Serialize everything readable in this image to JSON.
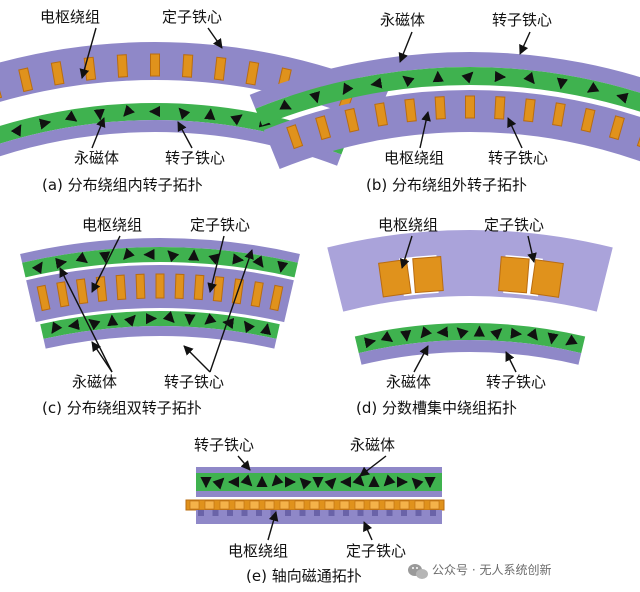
{
  "colors": {
    "stator_core": "#8f88c8",
    "stator_core_light": "#aaa3da",
    "permanent_magnet_band": "#3fb24f",
    "winding": "#e0921c",
    "winding_dark": "#b96c10",
    "arrow": "#111111",
    "gap": "#ffffff"
  },
  "panels": {
    "a": {
      "caption": "(a) 分布绕组内转子拓扑",
      "labels": {
        "armature": "电枢绕组",
        "stator": "定子铁心",
        "magnet": "永磁体",
        "rotor": "转子铁心"
      }
    },
    "b": {
      "caption": "(b) 分布绕组外转子拓扑",
      "labels": {
        "magnet": "永磁体",
        "rotor_top": "转子铁心",
        "armature": "电枢绕组",
        "rotor_bottom": "转子铁心"
      }
    },
    "c": {
      "caption": "(c) 分布绕组双转子拓扑",
      "labels": {
        "armature": "电枢绕组",
        "stator": "定子铁心",
        "magnet": "永磁体",
        "rotor": "转子铁心"
      }
    },
    "d": {
      "caption": "(d) 分数槽集中绕组拓扑",
      "labels": {
        "armature": "电枢绕组",
        "stator": "定子铁心",
        "magnet": "永磁体",
        "rotor": "转子铁心"
      }
    },
    "e": {
      "caption": "(e) 轴向磁通拓扑",
      "labels": {
        "rotor": "转子铁心",
        "magnet": "永磁体",
        "armature": "电枢绕组",
        "stator": "定子铁心"
      }
    }
  },
  "watermark": {
    "text": "公众号 · 无人系统创新",
    "icon": "wechat-icon"
  }
}
